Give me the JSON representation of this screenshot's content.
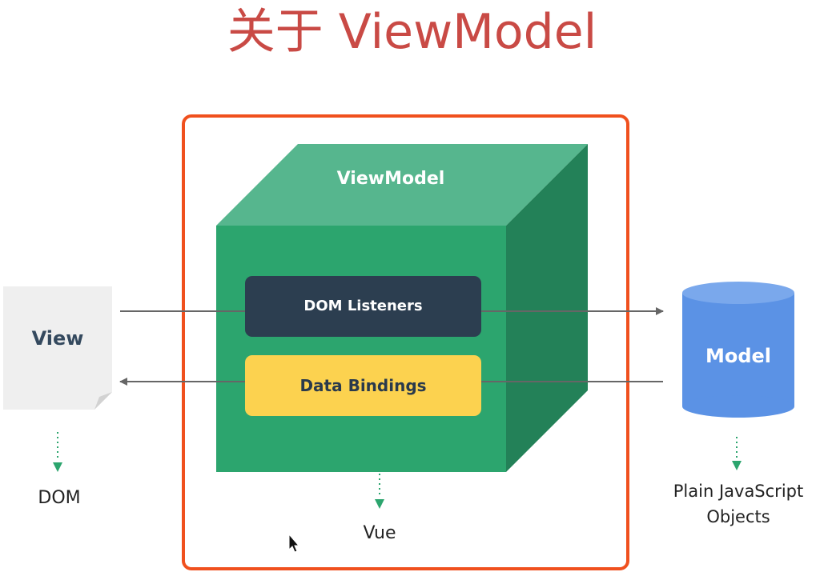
{
  "title": "关于 ViewModel",
  "diagram": {
    "viewmodel_label": "ViewModel",
    "dom_listeners_label": "DOM Listeners",
    "data_bindings_label": "Data Bindings",
    "view_label": "View",
    "model_label": "Model",
    "dom_caption": "DOM",
    "vue_caption": "Vue",
    "model_caption_line1": "Plain JavaScript",
    "model_caption_line2": "Objects"
  },
  "colors": {
    "title": "#c94a45",
    "highlight_border": "#f0501e",
    "cube_front": "#2ca56e",
    "cube_top": "#56b68e",
    "cube_side": "#238158",
    "dom_listeners": "#2c3e50",
    "data_bindings": "#fcd24f",
    "model_cylinder": "#5b92e5",
    "view_page": "#efefef",
    "arrow": "#666666",
    "dotted_arrow": "#2ca56e"
  },
  "icons": {
    "cursor": "mouse-pointer-icon"
  }
}
